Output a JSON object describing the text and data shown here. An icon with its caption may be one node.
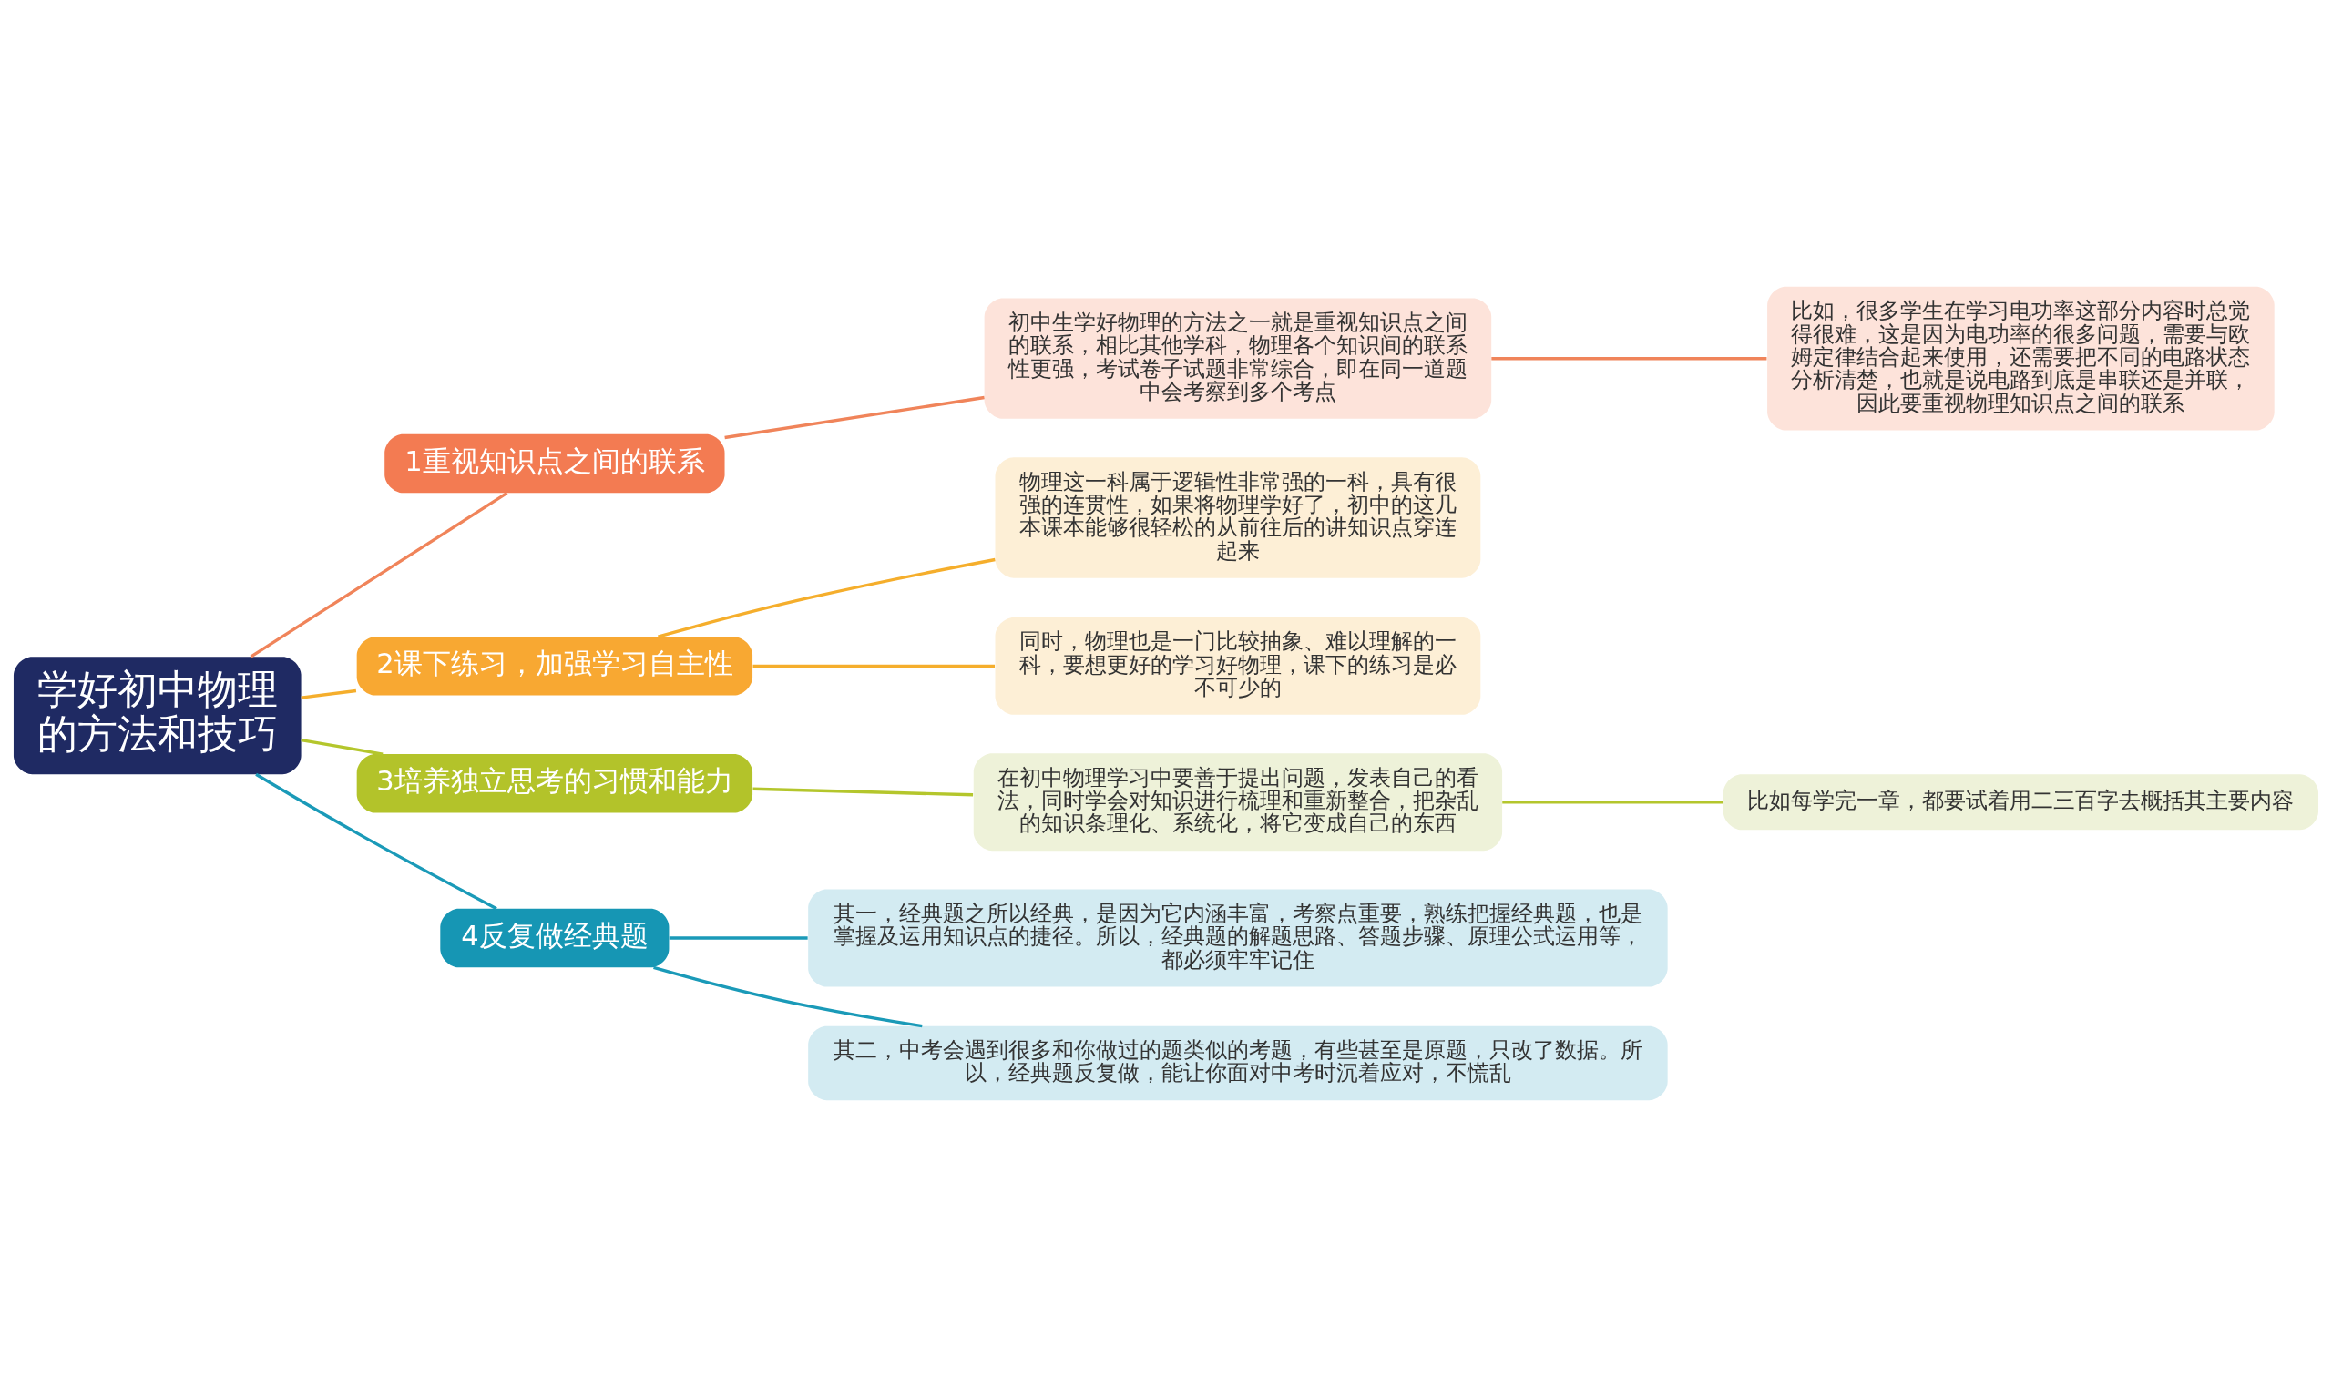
{
  "diagram": {
    "nodes": [
      {
        "text": [
          "学好初中物理的方法和技巧"
        ]
      },
      {
        "text": [
          "1重视知识点之间的联系"
        ]
      },
      {
        "text": [
          "初中生学好物理的方法之一就是重视知识点之间的联系，相比其他学科，物理各个知识间的联系性更强，考试卷子试题非常综合，即在同一道题中会考察到多个考点"
        ]
      },
      {
        "text": [
          "比如，很多学生在学习电功率这部分内容时总觉得很难，这是因为电功率的很多问题，需要与欧姆定律结合起来使用，还需要把不同的电路状态分析清楚，也就是说电路到底是串联还是并联，因此要重视物理知识点之间的联系"
        ]
      },
      {
        "text": [
          "2课下练习，加强学习自主性"
        ]
      },
      {
        "text": [
          "物理这一科属于逻辑性非常强的一科，具有很强的连贯性，如果将物理学好了，初中的这几本课本能够很轻松的从前往后的讲知识点穿连起来"
        ]
      },
      {
        "text": [
          "同时，物理也是一门比较抽象、难以理解的一科，要想更好的学习好物理，课下的练习是必不可少的"
        ]
      },
      {
        "text": [
          "3培养独立思考的习惯和能力"
        ]
      },
      {
        "text": [
          "在初中物理学习中要善于提出问题，发表自己的看法，同时学会对知识进行梳理和重新整合，把杂乱的知识条理化、系统化，将它变成自己的东西"
        ]
      },
      {
        "text": [
          "比如每学完一章，都要试着用二三百字去概括其主要内容"
        ]
      },
      {
        "text": [
          "4反复做经典题"
        ]
      },
      {
        "text": [
          "其一，经典题之所以经典，是因为它内涵丰富，考察点重要，熟练把握经典题，也是掌握及运用知识点的捷径。所以，经典题的解题思路、答题步骤、原理公式运用等，都必须牢牢记住"
        ]
      },
      {
        "text": [
          "其二，中考会遇到很多和你做过的题类似的考题，有些甚至是原题，只改了数据。所以，经典题反复做，能让你面对中考时沉着应对，不慌乱"
        ]
      }
    ],
    "edges": [
      {
        "from": 0,
        "to": 1,
        "arrow": "none",
        "color": "#f0845a"
      },
      {
        "from": 1,
        "to": 2,
        "arrow": "none",
        "color": "#f0845a"
      },
      {
        "from": 2,
        "to": 3,
        "arrow": "none",
        "color": "#f0845a"
      },
      {
        "from": 0,
        "to": 4,
        "arrow": "none",
        "color": "#f5ae2c"
      },
      {
        "from": 4,
        "to": 5,
        "arrow": "none",
        "color": "#f5ae2c"
      },
      {
        "from": 4,
        "to": 6,
        "arrow": "none",
        "color": "#f5ae2c"
      },
      {
        "from": 0,
        "to": 7,
        "arrow": "none",
        "color": "#b4c62c"
      },
      {
        "from": 7,
        "to": 8,
        "arrow": "none",
        "color": "#b4c62c"
      },
      {
        "from": 8,
        "to": 9,
        "arrow": "none",
        "color": "#b4c62c"
      },
      {
        "from": 0,
        "to": 10,
        "arrow": "none",
        "color": "#1a9ab8"
      },
      {
        "from": 10,
        "to": 11,
        "arrow": "none",
        "color": "#1a9ab8"
      },
      {
        "from": 10,
        "to": 12,
        "arrow": "none",
        "color": "#1a9ab8"
      }
    ]
  }
}
